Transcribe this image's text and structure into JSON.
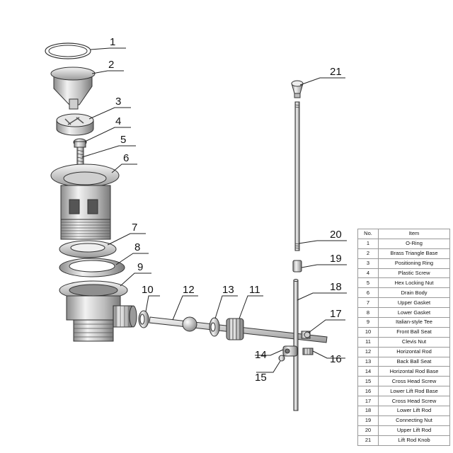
{
  "callouts": [
    "1",
    "2",
    "3",
    "4",
    "5",
    "6",
    "7",
    "8",
    "9",
    "10",
    "11",
    "12",
    "13",
    "14",
    "15",
    "16",
    "17",
    "18",
    "19",
    "20",
    "21"
  ],
  "parts_table": {
    "header_no": "No.",
    "header_item": "Item",
    "rows": [
      {
        "no": "1",
        "item": "O-Ring"
      },
      {
        "no": "2",
        "item": "Brass Triangle Base"
      },
      {
        "no": "3",
        "item": "Positioning Ring"
      },
      {
        "no": "4",
        "item": "Plastic Screw"
      },
      {
        "no": "5",
        "item": "Hex Locking Nut"
      },
      {
        "no": "6",
        "item": "Drain Body"
      },
      {
        "no": "7",
        "item": "Upper Gasket"
      },
      {
        "no": "8",
        "item": "Lower Gasket"
      },
      {
        "no": "9",
        "item": "Italian-style Tee"
      },
      {
        "no": "10",
        "item": "Front Ball Seat"
      },
      {
        "no": "11",
        "item": "Clevis Nut"
      },
      {
        "no": "12",
        "item": "Horizontal Rod"
      },
      {
        "no": "13",
        "item": "Back Ball Seat"
      },
      {
        "no": "14",
        "item": "Horizontal Rod Base"
      },
      {
        "no": "15",
        "item": "Cross Head Screw"
      },
      {
        "no": "16",
        "item": "Lower Lift Rod Base"
      },
      {
        "no": "17",
        "item": "Cross Head Screw"
      },
      {
        "no": "18",
        "item": "Lower Lift Rod"
      },
      {
        "no": "19",
        "item": "Connecting Nut"
      },
      {
        "no": "20",
        "item": "Upper Lift Rod"
      },
      {
        "no": "21",
        "item": "Lift Rod Knob"
      }
    ]
  }
}
